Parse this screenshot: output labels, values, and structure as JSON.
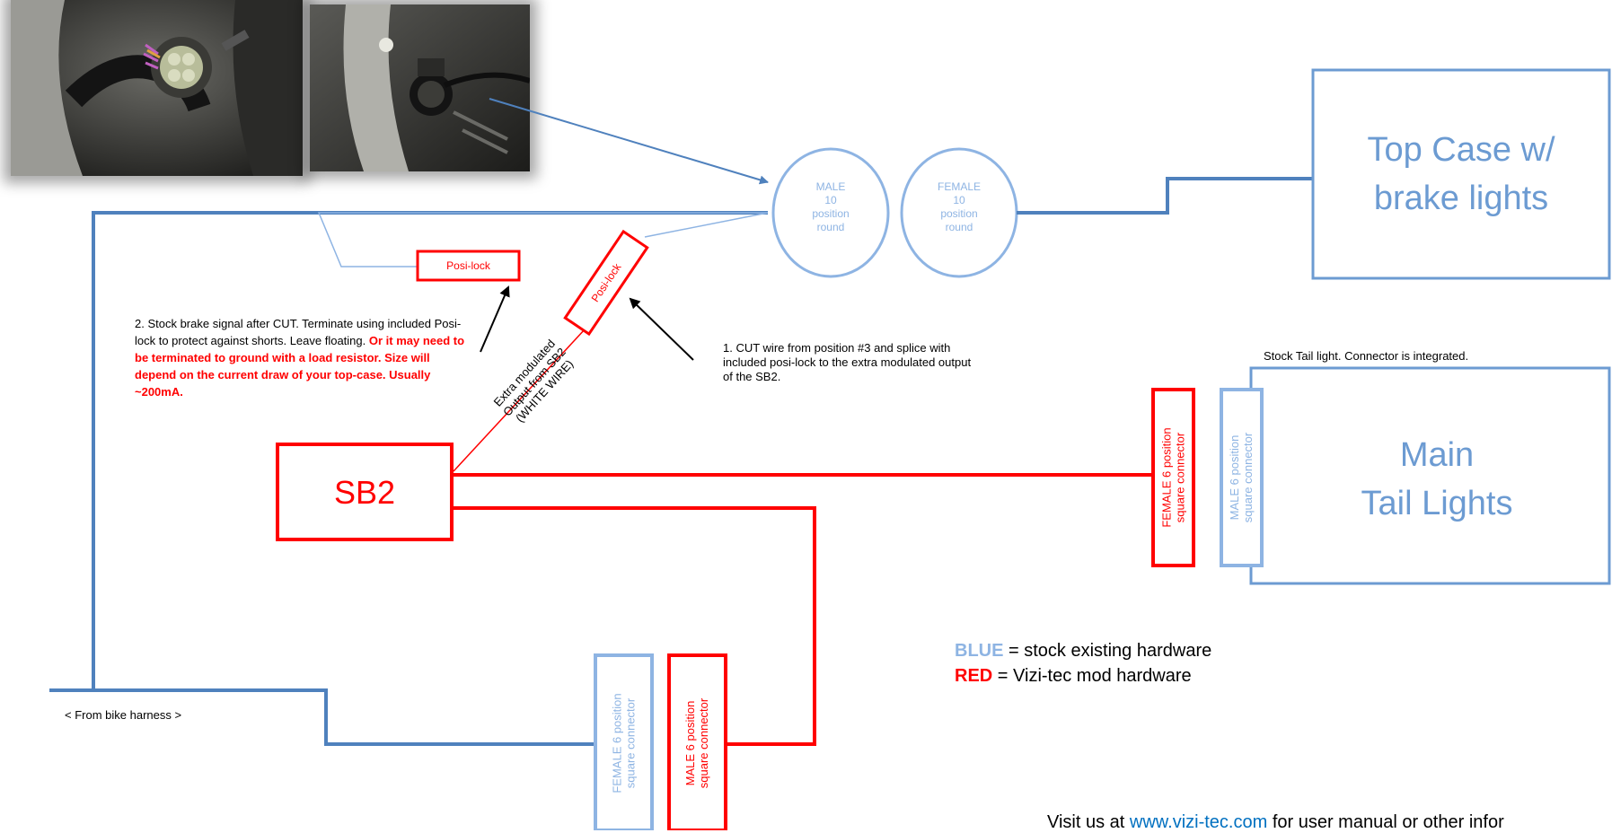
{
  "colors": {
    "stock_blue": "#4f81bd",
    "light_blue": "#8eb4e3",
    "mod_red": "#ff0000",
    "link_blue": "#0070c0"
  },
  "photos": [
    {
      "name": "harness-connector-photo"
    },
    {
      "name": "tail-connector-photo"
    }
  ],
  "connectors": {
    "male_round": "MALE\n10\nposition\nround",
    "female_round": "FEMALE\n10\nposition\nround",
    "female_6_tail": "FEMALE 6 position\nsquare connector",
    "male_6_tail": "MALE 6 position\nsquare connector",
    "female_6_bottom": "FEMALE 6 position\nsquare connector",
    "male_6_bottom": "MALE 6 position\nsquare connector"
  },
  "boxes": {
    "top_case": "Top Case w/\nbrake lights",
    "main_tail": "Main\nTail Lights",
    "sb2": "SB2",
    "posi_lock_h": "Posi-lock",
    "posi_lock_rot": "Posi-lock"
  },
  "labels": {
    "extra_output": "Extra modulated\nOutput from SB2\n(WHITE WIRE)",
    "stock_tail": "Stock Tail light. Connector is integrated.",
    "from_harness": "< From bike harness >",
    "step1": "1. CUT wire from position #3 and splice with included posi-lock to the extra modulated output of the SB2.",
    "step2_plain": "2. Stock brake signal after CUT. Terminate using included Posi-lock to protect against shorts. Leave floating.",
    "step2_red": "Or it may need to be terminated to ground with a load resistor. Size will depend on the current draw of your top-case. Usually ~200mA."
  },
  "legend": {
    "blue_word": "BLUE",
    "blue_text": " = stock existing hardware",
    "red_word": "RED",
    "red_text": " = Vizi-tec mod hardware"
  },
  "footer": {
    "prefix": "Visit us at ",
    "link": "www.vizi-tec.com",
    "suffix": " for user manual or other infor"
  }
}
